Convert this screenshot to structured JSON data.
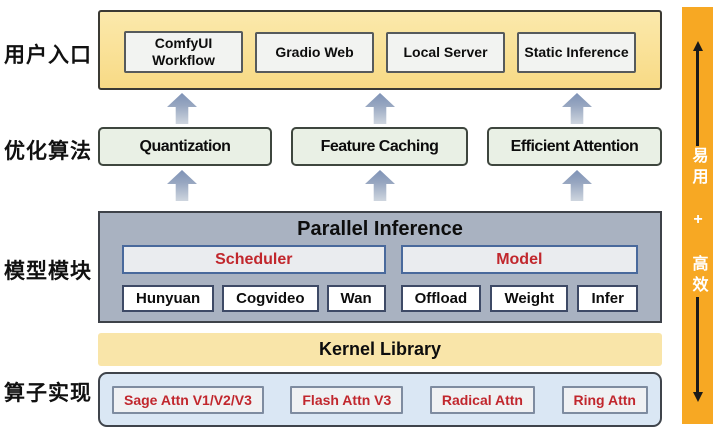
{
  "left_labels": {
    "user_entry": "用户入口",
    "optimization": "优化算法",
    "model_module": "模型模块",
    "operator_impl": "算子实现"
  },
  "user_entry": {
    "items": [
      "ComfyUI Workflow",
      "Gradio Web",
      "Local Server",
      "Static Inference"
    ]
  },
  "optimization": {
    "items": [
      "Quantization",
      "Feature Caching",
      "Efficient Attention"
    ]
  },
  "model_module": {
    "title": "Parallel Inference",
    "scheduler": {
      "header": "Scheduler",
      "items": [
        "Hunyuan",
        "Cogvideo",
        "Wan"
      ]
    },
    "model": {
      "header": "Model",
      "items": [
        "Offload",
        "Weight",
        "Infer"
      ]
    }
  },
  "kernel_library": {
    "title": "Kernel Library"
  },
  "operator_impl": {
    "items": [
      "Sage Attn V1/V2/V3",
      "Flash Attn V3",
      "Radical Attn",
      "Ring Attn"
    ]
  },
  "sidebar": {
    "label": "易用 + 高效"
  },
  "colors": {
    "entry_bg": "#F8DA85",
    "optimization_bg": "#E9F0E5",
    "module_bg": "#A9B2C1",
    "kernel_bg": "#F9E5A9",
    "operator_bg": "#DAE7F4",
    "accent_red": "#C1272D",
    "sidebar_bg": "#F7A823",
    "arrow_blue": "#7E92B6",
    "scheduler_border": "#49699C"
  }
}
